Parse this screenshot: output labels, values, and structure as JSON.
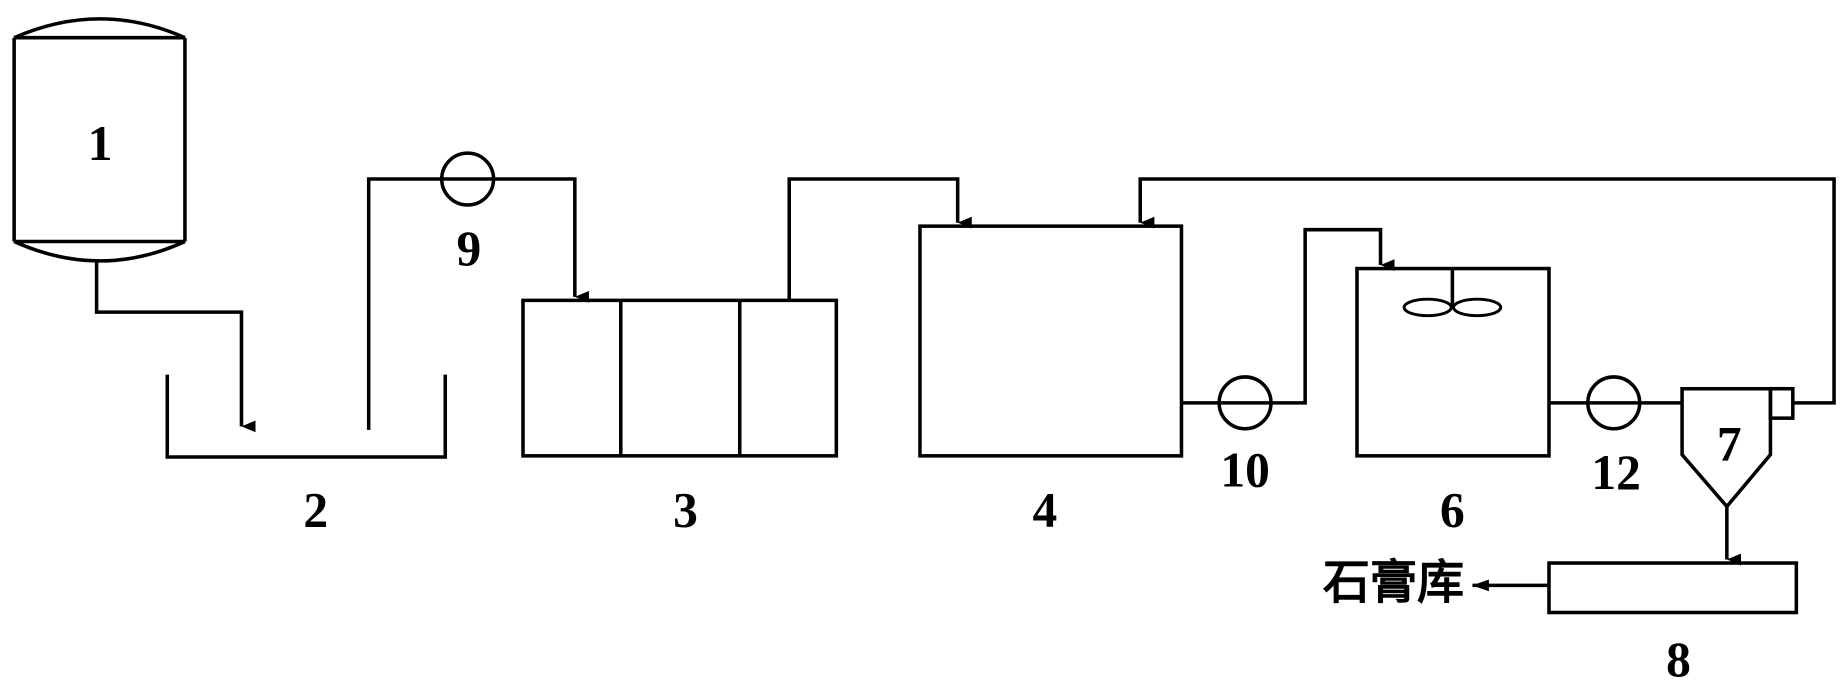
{
  "colors": {
    "stroke": "#000000",
    "background": "#ffffff"
  },
  "labels": {
    "unit_1": "1",
    "unit_2": "2",
    "unit_3": "3",
    "unit_4": "4",
    "unit_6": "6",
    "unit_7": "7",
    "unit_8": "8",
    "unit_9": "9",
    "unit_10": "10",
    "unit_12": "12",
    "destination": "石膏库"
  }
}
